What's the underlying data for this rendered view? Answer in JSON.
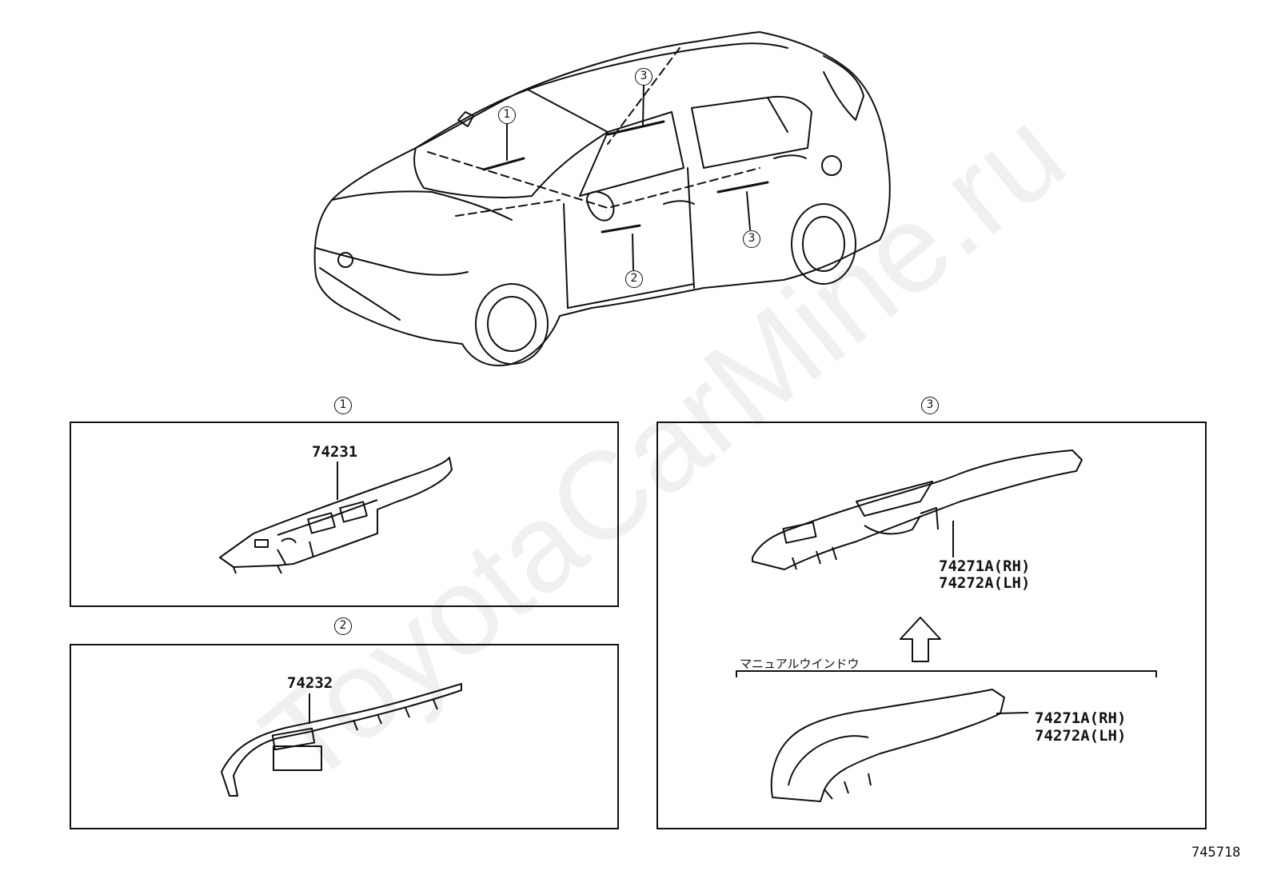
{
  "callouts": {
    "car_1": "1",
    "car_2": "2",
    "car_3a": "3",
    "car_3b": "3",
    "panel_1": "1",
    "panel_2": "2",
    "panel_3": "3"
  },
  "panel_1": {
    "part_number": "74231"
  },
  "panel_2": {
    "part_number": "74232"
  },
  "panel_3": {
    "upper_part_rh": "74271A(RH)",
    "upper_part_lh": "74272A(LH)",
    "section_label": "マニュアルウインドウ",
    "lower_part_rh": "74271A(RH)",
    "lower_part_lh": "74272A(LH)"
  },
  "diagram_ref": "745718",
  "watermark": "ToyotaCarMine.ru"
}
